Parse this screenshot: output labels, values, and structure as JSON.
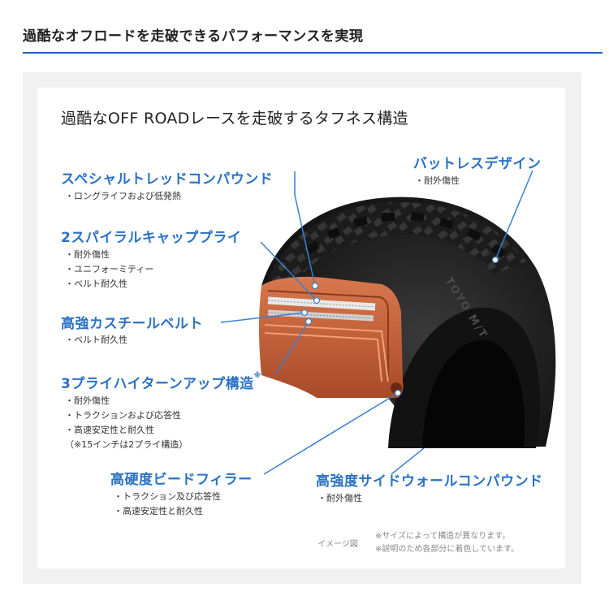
{
  "header": {
    "title": "過酷なオフロードを走破できるパフォーマンスを実現"
  },
  "diagram": {
    "title": "過酷なOFF ROADレースを走破するタフネス構造",
    "parts": [
      {
        "label": "スペシャルトレッドコンパウンド",
        "bullets": [
          "・ロングライフおよび低発熱"
        ]
      },
      {
        "label": "2スパイラルキャッププライ",
        "bullets": [
          "・耐外傷性",
          "・ユニフォーミティー",
          "・ベルト耐久性"
        ]
      },
      {
        "label": "高強カスチールベルト",
        "bullets": [
          "・ベルト耐久性"
        ]
      },
      {
        "label": "3プライハイターンアップ構造",
        "mark": "※",
        "bullets": [
          "・耐外傷性",
          "・トラクションおよび応答性",
          "・高速安定性と耐久性",
          "（※15インチは2プライ構造）"
        ]
      },
      {
        "label": "高硬度ビードフィラー",
        "bullets": [
          "・トラクション及び応答性",
          "・高速安定性と耐久性"
        ]
      },
      {
        "label": "バットレスデザイン",
        "bullets": [
          "・耐外傷性"
        ]
      },
      {
        "label": "高強度サイドウォールコンパウンド",
        "bullets": [
          "・耐外傷性"
        ]
      }
    ],
    "image_label": "イメージ図",
    "notes": [
      "※サイズによって構造が異なります。",
      "※説明のため各部分に着色しています。"
    ]
  },
  "colors": {
    "accent": "#1e64b4",
    "label": "#2a72c4",
    "casing": "#c8623a"
  }
}
